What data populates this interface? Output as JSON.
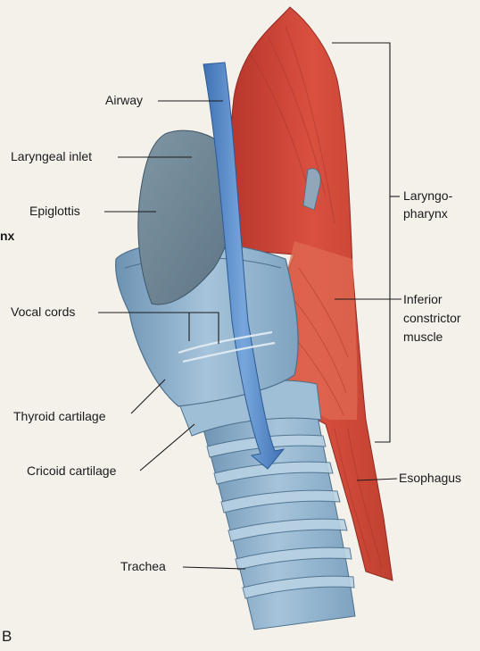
{
  "labels": {
    "airway": "Airway",
    "laryngeal_inlet": "Laryngeal inlet",
    "epiglottis": "Epiglottis",
    "vocal_cords": "Vocal cords",
    "thyroid_cartilage": "Thyroid cartilage",
    "cricoid_cartilage": "Cricoid cartilage",
    "trachea": "Trachea",
    "laryngopharynx_line1": "Laryngo-",
    "laryngopharynx_line2": "pharynx",
    "inferior_constrictor_line1": "Inferior",
    "inferior_constrictor_line2": "constrictor",
    "inferior_constrictor_line3": "muscle",
    "esophagus": "Esophagus",
    "cut_off_text": "nx",
    "panel_letter": "B"
  },
  "colors": {
    "background": "#f4f1ea",
    "muscle": "#d24a3a",
    "muscle_dark": "#a8322a",
    "cartilage": "#8fb4cf",
    "cartilage_dark": "#5f87a6",
    "airway": "#4f86c6",
    "leader": "#1a1a1a"
  }
}
